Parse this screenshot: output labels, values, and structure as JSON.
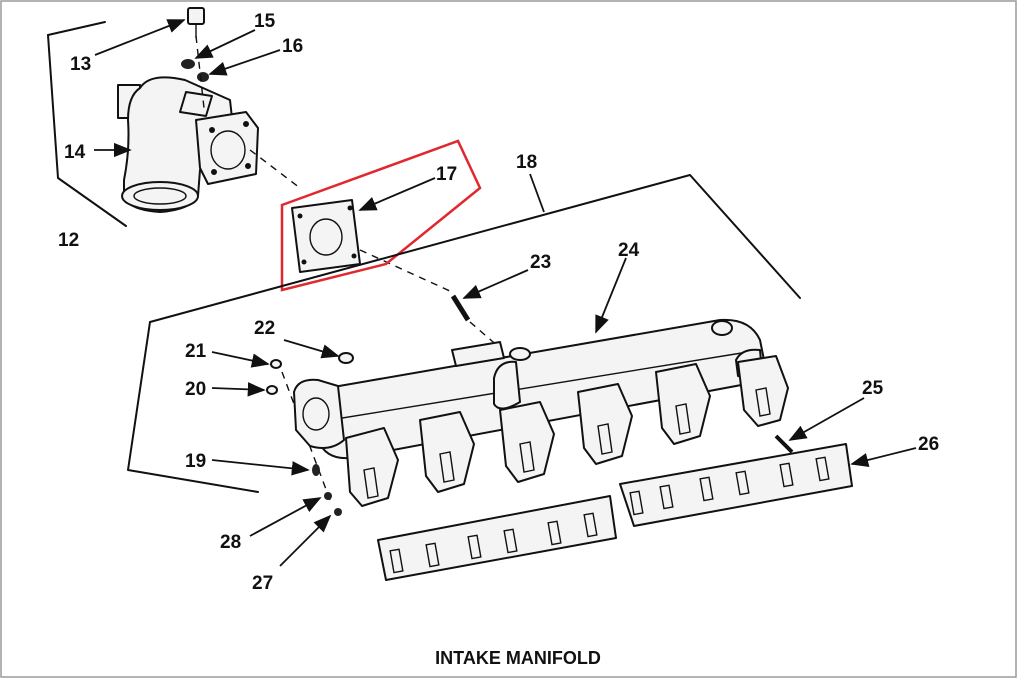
{
  "title": "INTAKE MANIFOLD",
  "highlight_color": "#e0282e",
  "callouts": {
    "c12": "12",
    "c13": "13",
    "c14": "14",
    "c15": "15",
    "c16": "16",
    "c17": "17",
    "c18": "18",
    "c19": "19",
    "c20": "20",
    "c21": "21",
    "c22": "22",
    "c23": "23",
    "c24": "24",
    "c25": "25",
    "c26": "26",
    "c27": "27",
    "c28": "28"
  }
}
